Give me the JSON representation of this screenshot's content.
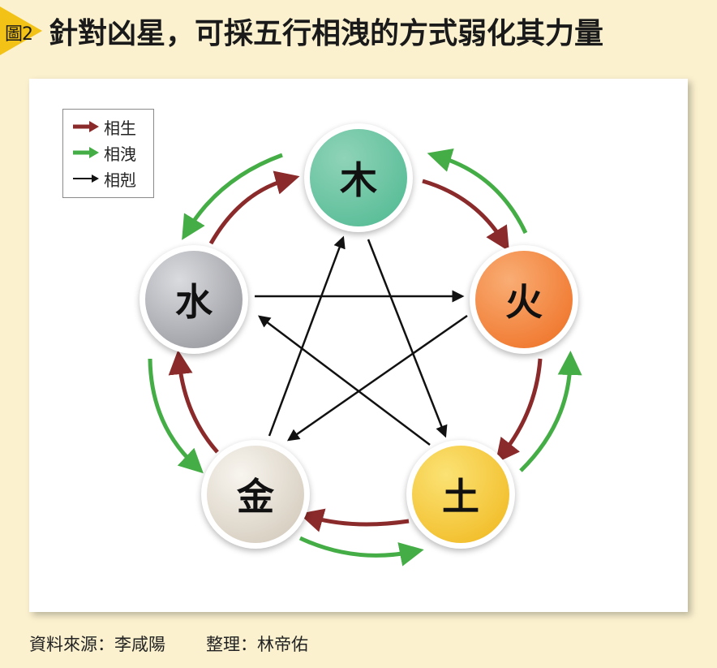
{
  "header": {
    "figure_label": "圖2",
    "title": "針對凶星，可採五行相洩的方式弱化其力量"
  },
  "legend": {
    "items": [
      {
        "label": "相生",
        "color": "#8b2a2a"
      },
      {
        "label": "相洩",
        "color": "#45ad45"
      },
      {
        "label": "相剋",
        "color": "#111111"
      }
    ]
  },
  "nodes": {
    "wood": {
      "label": "木",
      "gradient": [
        "#8fd3b8",
        "#4db891"
      ]
    },
    "fire": {
      "label": "火",
      "gradient": [
        "#f9ad74",
        "#ee6c1f"
      ]
    },
    "earth": {
      "label": "土",
      "gradient": [
        "#fbe274",
        "#f0b61a"
      ]
    },
    "metal": {
      "label": "金",
      "gradient": [
        "#f8f5ef",
        "#cfc5b5"
      ]
    },
    "water": {
      "label": "水",
      "gradient": [
        "#dadbdf",
        "#8f9096"
      ]
    }
  },
  "colors": {
    "generate": "#8b2a2a",
    "drain": "#45ad45",
    "control": "#111111",
    "background": "#fbf1cf",
    "badge": "#f2c216"
  },
  "footer": {
    "source_label": "資料來源：李咸陽",
    "editor_label": "整理：林帝佑"
  }
}
